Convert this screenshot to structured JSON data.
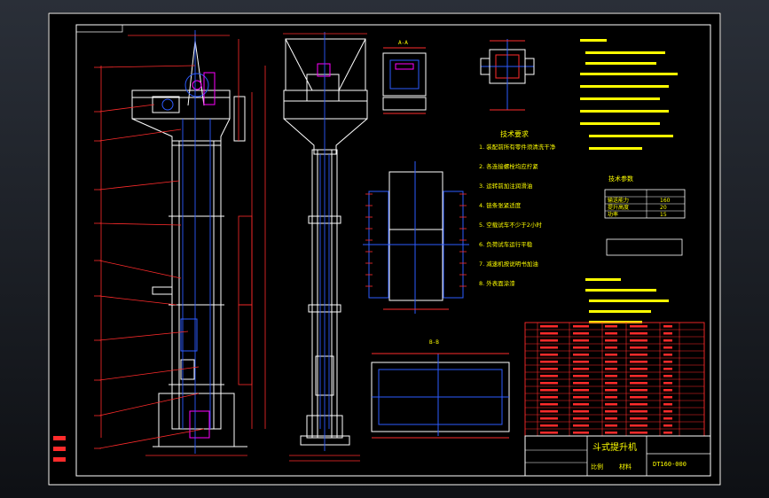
{
  "colors": {
    "white": "#ffffff",
    "red": "#ff2b2b",
    "blue": "#2d5bff",
    "yellow": "#ffff00",
    "magenta": "#ff00ff",
    "green": "#33ff66"
  },
  "title_block": {
    "drawing_name": "斗式提升机",
    "drawing_number": "DT160-000",
    "scale_label": "比例",
    "material_label": "材料"
  },
  "tech_requirements": {
    "heading": "技术要求",
    "items": [
      "1. 装配前所有零件须清洗干净",
      "2. 各连接螺栓均应拧紧",
      "3. 运转前加注润滑油",
      "4. 链条张紧适度",
      "5. 空载试车不少于2小时",
      "6. 负荷试车运行平稳",
      "7. 减速机按说明书加油",
      "8. 外表面涂漆"
    ]
  },
  "parameters": {
    "heading": "技术参数",
    "rows": [
      [
        "输送能力",
        "160"
      ],
      [
        "提升高度",
        "20"
      ],
      [
        "功率",
        "15"
      ]
    ]
  },
  "section_labels": {
    "a": "A-A",
    "b": "B-B"
  }
}
